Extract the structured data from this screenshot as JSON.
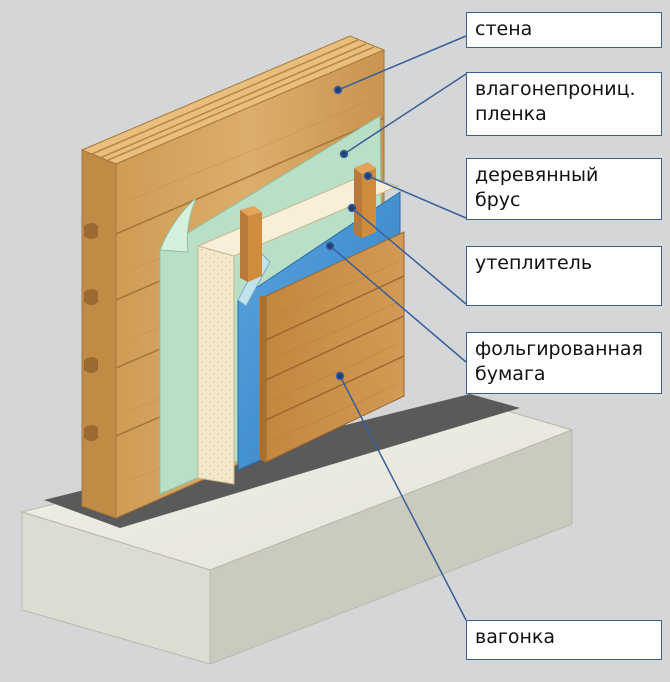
{
  "colors": {
    "background": "#d5d6d8",
    "foundation_top": "#ecebe2",
    "foundation_front": "#dcdbd0",
    "foundation_side": "#c9c8bd",
    "log_face": "#d6a661",
    "log_top": "#e8bf7c",
    "log_side": "#bf8b45",
    "film": "#b9e0c7",
    "insulation": "#f2e8cc",
    "foil": "#3f8fd0",
    "batten": "#cf8c3c",
    "cladding": "#c98e47",
    "leader_line": "#3a5f98",
    "label_border": "#3a5f98"
  },
  "labels": {
    "wall": "стена",
    "film_line1": "влагонепрониц.",
    "film_line2": "пленка",
    "batten_line1": "деревянный",
    "batten_line2": "брус",
    "insulation": "утеплитель",
    "foil_line1": "фольгированная",
    "foil_line2": "бумага",
    "cladding": "вагонка"
  }
}
